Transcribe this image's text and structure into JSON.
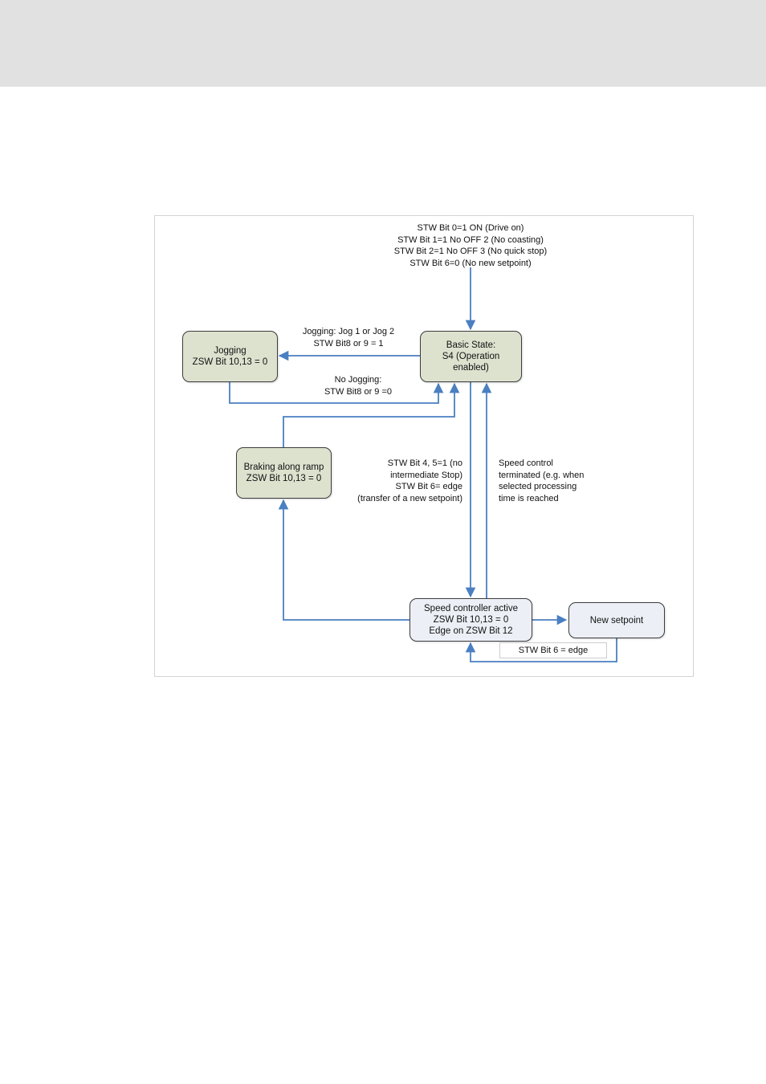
{
  "diagram": {
    "states": {
      "basic_state": [
        "Basic State:",
        "S4 (Operation",
        "enabled)"
      ],
      "jogging": [
        "Jogging",
        "ZSW Bit 10,13 = 0"
      ],
      "braking": [
        "Braking along ramp",
        "ZSW Bit 10,13 = 0"
      ],
      "speed_controller": [
        "Speed controller active",
        "ZSW Bit 10,13 = 0",
        "Edge on ZSW Bit 12"
      ],
      "new_setpoint": [
        "New setpoint"
      ]
    },
    "labels": {
      "entry_conditions": [
        "STW Bit 0=1  ON (Drive on)",
        "STW Bit 1=1 No OFF 2 (No coasting)",
        "STW Bit 2=1 No OFF 3 (No quick stop)",
        "STW Bit 6=0 (No new setpoint)"
      ],
      "jogging_on": [
        "Jogging: Jog 1 or Jog 2",
        "STW Bit8 or 9 = 1"
      ],
      "jogging_off": [
        "No Jogging:",
        "STW Bit8 or 9 =0"
      ],
      "to_speed_control": [
        "STW Bit 4, 5=1 (no",
        "intermediate Stop)",
        "STW Bit 6= edge",
        "(transfer of a new setpoint)"
      ],
      "speed_control_terminated": [
        "Speed control",
        "terminated (e.g. when",
        "selected processing",
        "time is reached"
      ],
      "setpoint_edge": "STW Bit 6 = edge"
    },
    "colors": {
      "arrow": "#4a7fc1",
      "state_fill_olive": "#dde2cf",
      "state_fill_pale": "#ecf0f6",
      "header_band": "#e1e1e1"
    }
  }
}
